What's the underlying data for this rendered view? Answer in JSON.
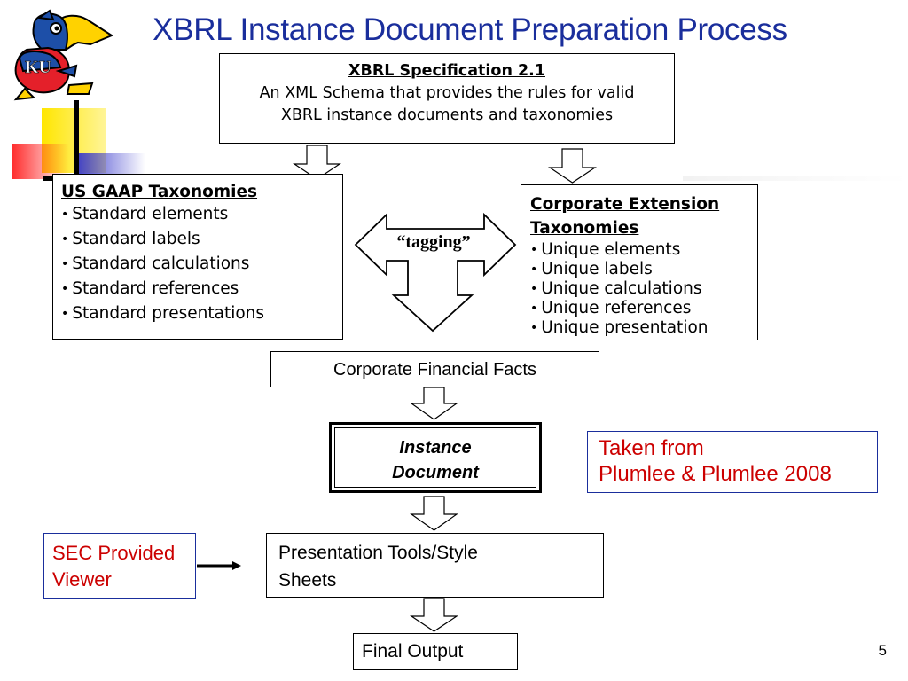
{
  "slide": {
    "title": "XBRL Instance Document Preparation Process",
    "number": "5"
  },
  "logo": {
    "name": "KU Jayhawk",
    "text": "KU"
  },
  "spec_box": {
    "heading": "XBRL Specification 2.1",
    "line1": "An XML Schema that provides the rules for valid",
    "line2": "XBRL instance documents and taxonomies"
  },
  "gaap_box": {
    "heading": "US GAAP Taxonomies",
    "items": [
      "Standard elements",
      "Standard labels",
      "Standard calculations",
      "Standard references",
      "Standard presentations"
    ]
  },
  "corp_box": {
    "heading_line1": "Corporate Extension",
    "heading_line2": "Taxonomies",
    "items": [
      "Unique elements",
      "Unique labels",
      "Unique calculations",
      "Unique references",
      "Unique presentation"
    ]
  },
  "tagging_label": "“tagging”",
  "facts_box": {
    "label": "Corporate Financial Facts"
  },
  "instance_box": {
    "line1": "Instance",
    "line2": "Document"
  },
  "taken_from": {
    "line1": "Taken from",
    "line2": "Plumlee & Plumlee 2008"
  },
  "sec_viewer": {
    "line1": "SEC Provided",
    "line2": "Viewer"
  },
  "presentation_box": {
    "line1": "Presentation Tools/Style",
    "line2": "Sheets"
  },
  "final_box": {
    "label": "Final Output"
  },
  "colors": {
    "title": "#1a2e9c",
    "note_text": "#cc0000",
    "note_border": "#1a2e9c",
    "deco_yellow": "#ffe600",
    "deco_red": "#ff2a2a",
    "deco_blue": "#3a3acc"
  }
}
